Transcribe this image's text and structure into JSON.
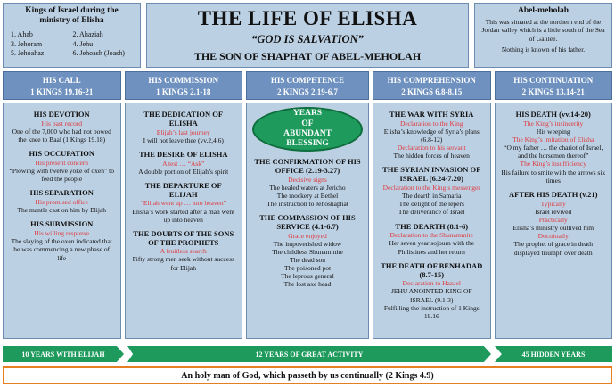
{
  "kings": {
    "title": "Kings of Israel during the ministry of Elisha",
    "list": [
      "1. Ahab",
      "2. Ahaziah",
      "3. Jehoram",
      "4. Jehu",
      "5. Jehoahaz",
      "6. Jehoash (Joash)"
    ]
  },
  "header": {
    "title": "THE LIFE OF ELISHA",
    "subtitle": "“GOD IS SALVATION”",
    "tagline": "THE SON OF SHAPHAT OF ABEL-MEHOLAH"
  },
  "abel": {
    "title": "Abel-meholah",
    "desc": "This was situated at the northern end of the Jordan valley which is a little south of the Sea of Galilee.",
    "note": "Nothing is known of his father."
  },
  "columns": [
    {
      "title": "HIS CALL",
      "ref": "1 KINGS 19.16-21",
      "lines": [
        {
          "t": "h",
          "v": "HIS DEVOTION"
        },
        {
          "t": "r",
          "v": "His past record"
        },
        {
          "t": "p",
          "v": "One of the 7,000 who had not bowed the knee to Baal (1 Kings 19.18)"
        },
        {
          "t": "h",
          "v": "HIS OCCUPATION"
        },
        {
          "t": "r",
          "v": "His present concern"
        },
        {
          "t": "p",
          "v": "“Plowing with twelve yoke of oxen” to feed the people"
        },
        {
          "t": "h",
          "v": "HIS SEPARATION"
        },
        {
          "t": "r",
          "v": "His promised office"
        },
        {
          "t": "p",
          "v": "The mantle cast on him by Elijah"
        },
        {
          "t": "h",
          "v": "HIS SUBMISSION"
        },
        {
          "t": "r",
          "v": "His willing response"
        },
        {
          "t": "p",
          "v": "The slaying of the oxen indicated that he was commencing a new phase of life"
        }
      ]
    },
    {
      "title": "HIS COMMISSION",
      "ref": "1 KINGS 2.1-18",
      "lines": [
        {
          "t": "h",
          "v": "THE DEDICATION OF ELISHA"
        },
        {
          "t": "r",
          "v": "Elijah’s last journey"
        },
        {
          "t": "p",
          "v": "I will not leave thee (vv.2,4,6)"
        },
        {
          "t": "h",
          "v": "THE DESIRE OF ELISHA"
        },
        {
          "t": "r",
          "v": "A test … “Ask”"
        },
        {
          "t": "p",
          "v": "A double portion of Elijah’s spirit"
        },
        {
          "t": "h",
          "v": "THE DEPARTURE OF ELIJAH"
        },
        {
          "t": "r",
          "v": "“Elijah went up … into heaven”"
        },
        {
          "t": "p",
          "v": "Elisha’s work started after a man went up into heaven"
        },
        {
          "t": "h",
          "v": "THE DOUBTS OF THE SONS OF THE PROPHETS"
        },
        {
          "t": "r",
          "v": "A fruitless search"
        },
        {
          "t": "p",
          "v": "Fifty strong men seek without success for Elijah"
        }
      ]
    },
    {
      "title": "HIS COMPETENCE",
      "ref": "2 KINGS 2.19-6.7",
      "oval": [
        "YEARS",
        "OF",
        "ABUNDANT",
        "BLESSING"
      ],
      "lines": [
        {
          "t": "h",
          "v": "THE CONFIRMATION OF HIS OFFICE (2.19-3.27)"
        },
        {
          "t": "r",
          "v": "Decisive signs"
        },
        {
          "t": "p",
          "v": "The healed waters at Jericho"
        },
        {
          "t": "p",
          "v": "The mockery at Bethel"
        },
        {
          "t": "p",
          "v": "The instruction to Jehoshaphat"
        },
        {
          "t": "h",
          "v": "THE COMPASSION OF HIS SERVICE (4.1-6.7)"
        },
        {
          "t": "r",
          "v": "Grace enjoyed"
        },
        {
          "t": "p",
          "v": "The impoverished widow"
        },
        {
          "t": "p",
          "v": "The childless Shunammite"
        },
        {
          "t": "p",
          "v": "The dead son"
        },
        {
          "t": "p",
          "v": "The poisoned pot"
        },
        {
          "t": "p",
          "v": "The leprous general"
        },
        {
          "t": "p",
          "v": "The lost axe head"
        }
      ]
    },
    {
      "title": "HIS COMPREHENSION",
      "ref": "2 KINGS 6.8-8.15",
      "lines": [
        {
          "t": "h",
          "v": "THE WAR WITH SYRIA"
        },
        {
          "t": "r",
          "v": "Declaration to the King"
        },
        {
          "t": "p",
          "v": "Elisha’s knowledge of Syria’s plans (6.8-12)"
        },
        {
          "t": "r",
          "v": "Declaration to his servant"
        },
        {
          "t": "p",
          "v": "The hidden forces of heaven"
        },
        {
          "t": "h",
          "v": "THE SYRIAN INVASION OF ISRAEL (6.24-7.20)"
        },
        {
          "t": "r",
          "v": "Declaration to the King’s messenger"
        },
        {
          "t": "p",
          "v": "The dearth in Samaria"
        },
        {
          "t": "p",
          "v": "The delight of the lepers"
        },
        {
          "t": "p",
          "v": "The deliverance of Israel"
        },
        {
          "t": "h",
          "v": "THE DEARTH (8.1-6)"
        },
        {
          "t": "r",
          "v": "Declaration to the Shunammite"
        },
        {
          "t": "p",
          "v": "Her seven year sojourn with the Philistines and her return"
        },
        {
          "t": "h",
          "v": "THE DEATH OF BENHADAD (8.7-15)"
        },
        {
          "t": "r",
          "v": "Declaration to Hazael"
        },
        {
          "t": "p",
          "v": "JEHU ANOINTED KING OF ISRAEL (9.1-3)"
        },
        {
          "t": "p",
          "v": "Fulfilling the instruction of 1 Kings 19.16"
        }
      ]
    },
    {
      "title": "HIS CONTINUATION",
      "ref": "2 KINGS 13.14-21",
      "lines": [
        {
          "t": "h",
          "v": "HIS DEATH (vv.14-20)"
        },
        {
          "t": "r",
          "v": "The King’s insincerity"
        },
        {
          "t": "p",
          "v": "His weeping"
        },
        {
          "t": "r",
          "v": "The King’s imitation of Elisha"
        },
        {
          "t": "p",
          "v": "“O my father … the chariot of Israel, and the horsemen thereof”"
        },
        {
          "t": "r",
          "v": "The King’s insufficiency"
        },
        {
          "t": "p",
          "v": "His failure to smite with the arrows six times"
        },
        {
          "t": "h",
          "v": "AFTER HIS DEATH (v.21)"
        },
        {
          "t": "r",
          "v": "Typically"
        },
        {
          "t": "p",
          "v": "Israel revived"
        },
        {
          "t": "r",
          "v": "Practically"
        },
        {
          "t": "p",
          "v": "Elisha’s ministry outlived him"
        },
        {
          "t": "r",
          "v": "Doctrinally"
        },
        {
          "t": "p",
          "v": "The prophet of grace in death displayed triumph over death"
        }
      ]
    }
  ],
  "timeline": [
    "10 YEARS WITH ELIJAH",
    "12 YEARS OF GREAT ACTIVITY",
    "45 HIDDEN YEARS"
  ],
  "footer": "An holy man of God, which passeth by us continually (2 Kings 4.9)",
  "colors": {
    "panel": "#bcd0e3",
    "header": "#6e91bf",
    "accent_red": "#e0393e",
    "green": "#1e9a5c",
    "footer_border": "#e67e22"
  }
}
